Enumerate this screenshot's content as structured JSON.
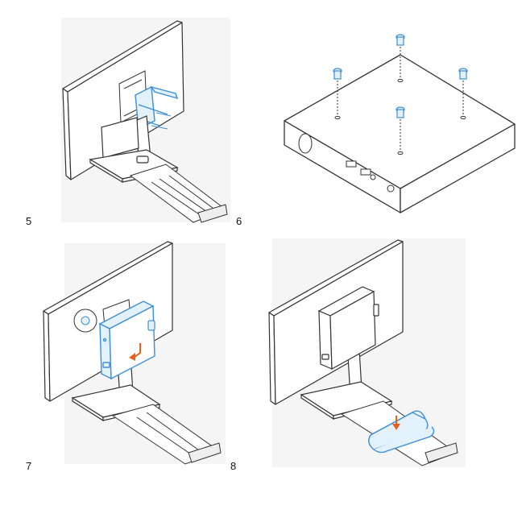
{
  "steps": [
    {
      "number": "5"
    },
    {
      "number": "6"
    },
    {
      "number": "7"
    },
    {
      "number": "8"
    }
  ],
  "colors": {
    "outline": "#333333",
    "highlight": "#3d8fd6",
    "highlight_fill": "#e3f1fb",
    "arrow": "#e8601c",
    "background_shade": "#f4f4f4"
  }
}
